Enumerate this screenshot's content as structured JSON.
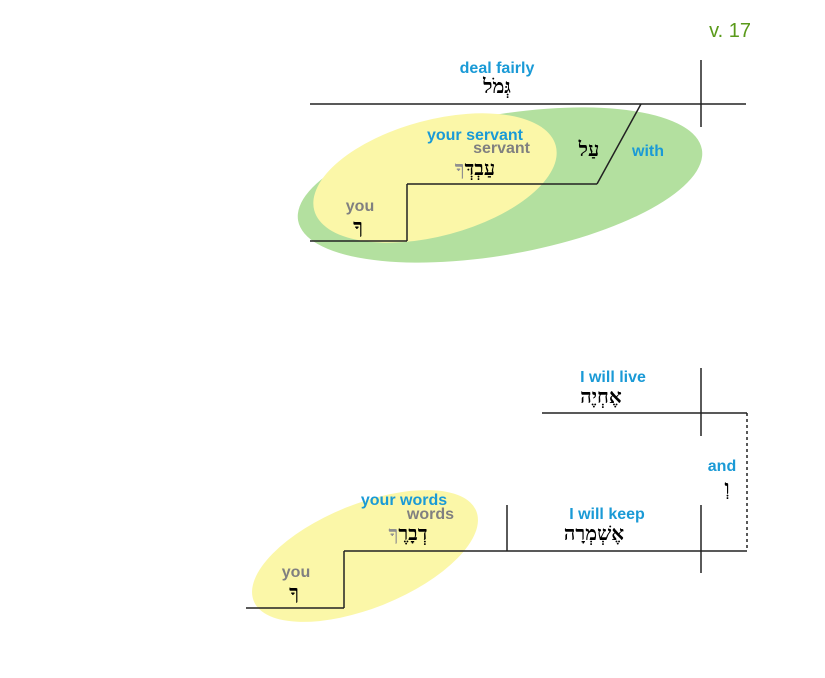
{
  "verse": "v. 17",
  "colors": {
    "english": "#1a9ad6",
    "gloss": "#808080",
    "verse": "#5a9a1a",
    "green_ellipse": "#b3e09f",
    "yellow_ellipse": "#fbf7a8"
  },
  "clause1": {
    "verb": {
      "en": "deal fairly",
      "he": "גְּמֹל"
    },
    "preposition": {
      "en": "with",
      "he": "עַל"
    },
    "object": {
      "en": "your servant",
      "gloss": "servant",
      "he_main": "עַבְדְּ",
      "he_suffix": "ךָ"
    },
    "possessor": {
      "en": "you",
      "he": "ךָ"
    }
  },
  "clause2": {
    "verb": {
      "en": "I will live",
      "he": "אֶחְיֶה"
    }
  },
  "conjunction": {
    "en": "and",
    "he": "וְ"
  },
  "clause3": {
    "verb": {
      "en": "I will keep",
      "he": "אֶשְׁמְרָה"
    },
    "object": {
      "en": "your words",
      "gloss": "words",
      "he_main": "דְבָרֶ",
      "he_suffix": "ךָ"
    },
    "possessor": {
      "en": "you",
      "he": "ךָ"
    }
  }
}
